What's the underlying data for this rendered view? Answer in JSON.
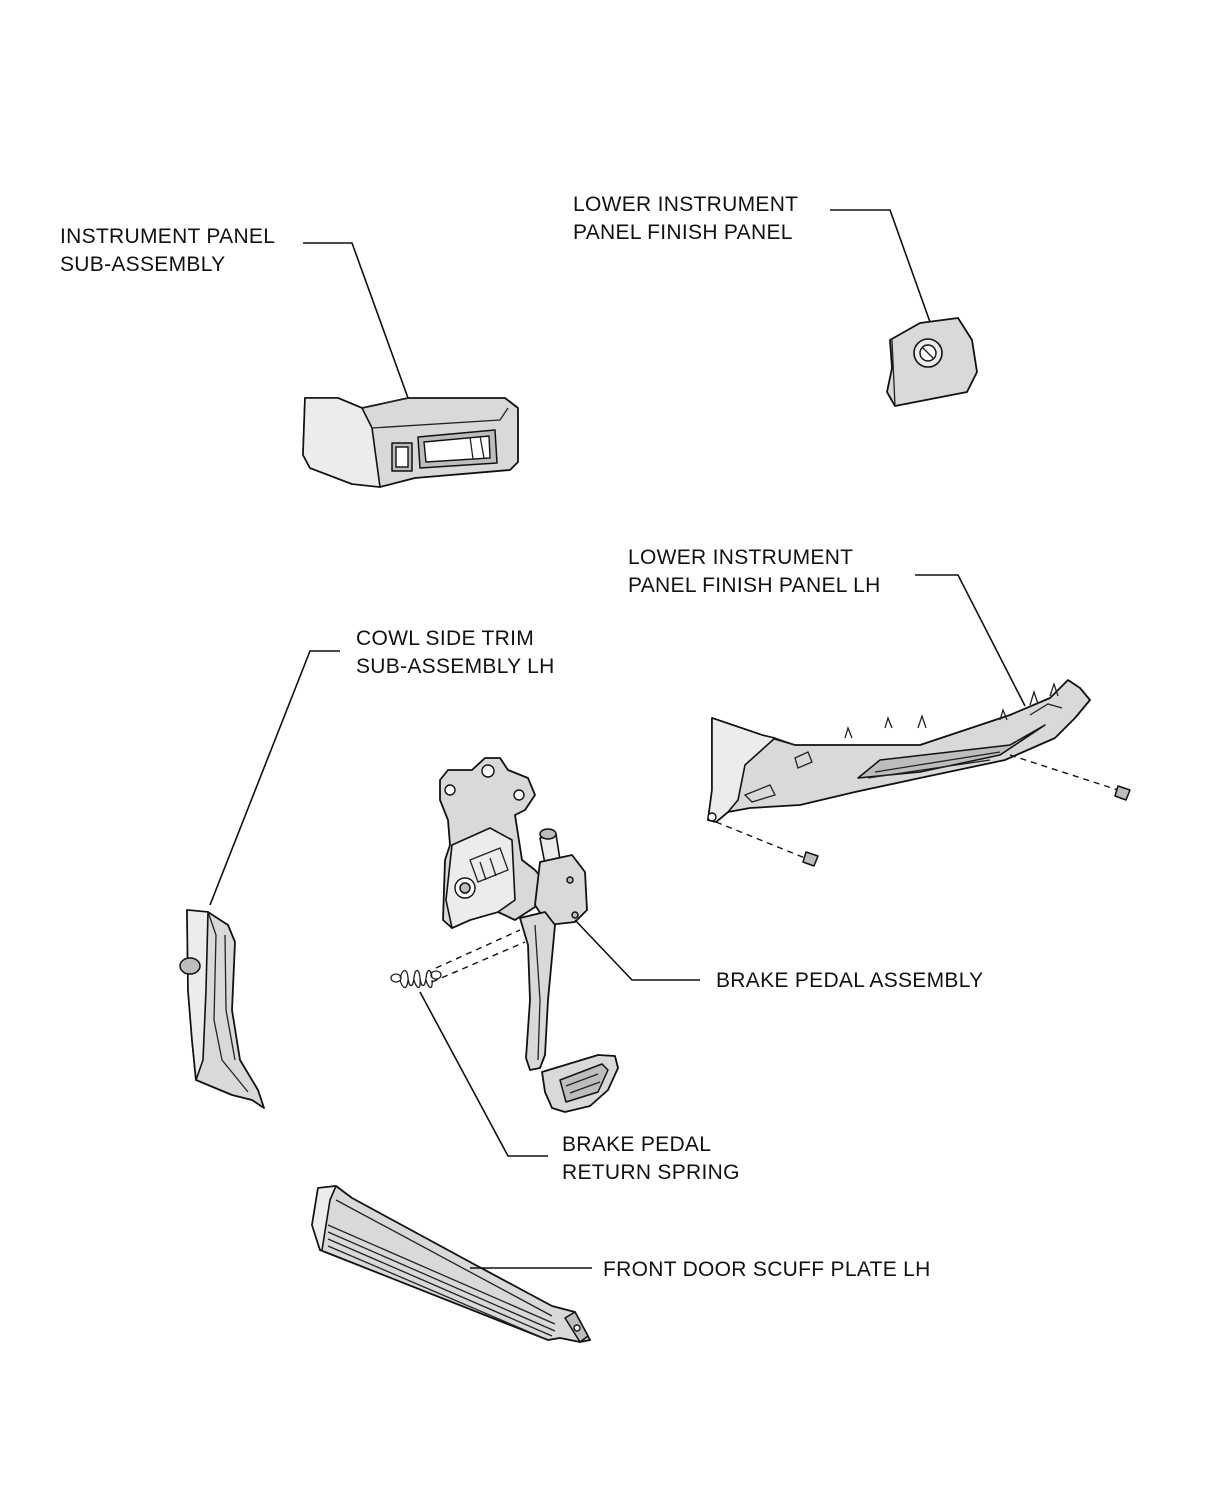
{
  "labels": {
    "instrument_panel": [
      "INSTRUMENT PANEL",
      "SUB-ASSEMBLY"
    ],
    "lower_finish_panel": [
      "LOWER INSTRUMENT",
      "PANEL FINISH PANEL"
    ],
    "lower_finish_panel_lh": [
      "LOWER INSTRUMENT",
      "PANEL FINISH PANEL LH"
    ],
    "cowl_side_trim": [
      "COWL SIDE TRIM",
      "SUB-ASSEMBLY LH"
    ],
    "brake_pedal_assembly": [
      "BRAKE PEDAL ASSEMBLY"
    ],
    "brake_pedal_return_spring": [
      "BRAKE PEDAL",
      "RETURN SPRING"
    ],
    "front_door_scuff_plate": [
      "FRONT DOOR SCUFF PLATE LH"
    ]
  },
  "colors": {
    "line": "#111111",
    "part_fill": "#d9d9d9",
    "background": "#ffffff"
  }
}
